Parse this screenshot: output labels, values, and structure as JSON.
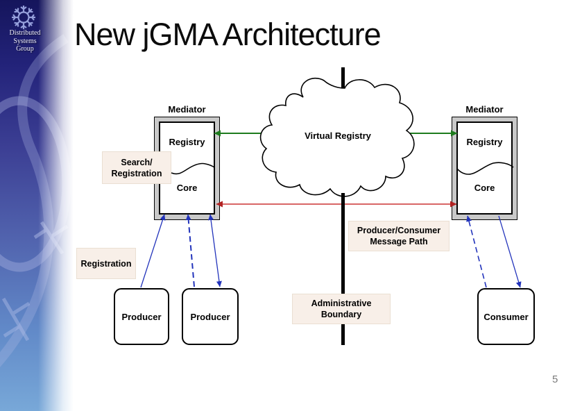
{
  "slide": {
    "title": "New jGMA Architecture",
    "page_number": "5"
  },
  "sidebar": {
    "org_lines": [
      "Distributed",
      "Systems",
      "Group"
    ],
    "logo": "snowflake-icon"
  },
  "diagram": {
    "mediator_left": {
      "label": "Mediator",
      "registry": "Registry",
      "core": "Core"
    },
    "mediator_right": {
      "label": "Mediator",
      "registry": "Registry",
      "core": "Core"
    },
    "cloud": {
      "label": "Virtual Registry"
    },
    "labels": {
      "search_registration": [
        "Search/",
        "Registration"
      ],
      "registration": "Registration",
      "message_path": [
        "Producer/Consumer",
        "Message Path"
      ],
      "admin_boundary": [
        "Administrative",
        "Boundary"
      ]
    },
    "nodes": {
      "producer_left": "Producer",
      "producer_right": "Producer",
      "consumer": "Consumer"
    },
    "colors": {
      "registry_link_green": "#1e7b1e",
      "core_link_red": "#cc3333",
      "client_link_blue": "#2233bb",
      "admin_boundary_black": "#000000",
      "label_box_bg": "#f8efe8",
      "mediator_frame_gray": "#c9c9c9"
    }
  }
}
